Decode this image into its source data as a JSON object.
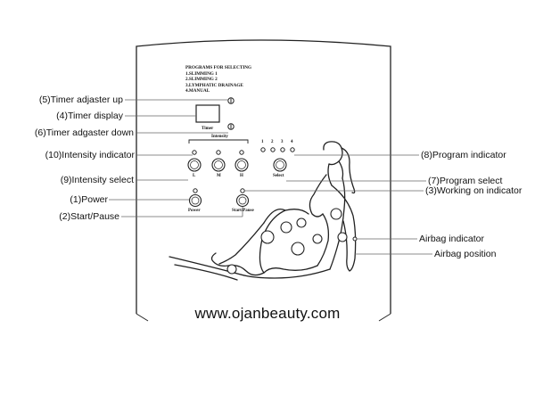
{
  "panel": {
    "programs_title": "PROGRAMS FOR SELECTING",
    "programs": [
      "1.SLIMMING 1",
      "2.SLIMMING 2",
      "3.LYMPHATIC DRAINAGE",
      "4.MANUAL"
    ],
    "timer_label": "Timer",
    "intensity_label": "Intensity",
    "intensity_levels": [
      "L",
      "M",
      "H"
    ],
    "program_numbers": [
      "1",
      "2",
      "3",
      "4"
    ],
    "select_label": "Select",
    "power_label": "Power",
    "start_pause_label": "Start/Pause",
    "website": "www.ojanbeauty.com"
  },
  "callouts": {
    "timer_up": "(5)Timer adjaster up",
    "timer_display": "(4)Timer display",
    "timer_down": "(6)Timer adgaster down",
    "intensity_indicator": "(10)Intensity indicator",
    "intensity_select": "(9)Intensity select",
    "power": "(1)Power",
    "start_pause": "(2)Start/Pause",
    "program_indicator": "(8)Program indicator",
    "program_select": "(7)Program select",
    "working_indicator": "(3)Working on indicator",
    "airbag_indicator": "Airbag indicator",
    "airbag_position": "Airbag position"
  },
  "colors": {
    "line": "#222222",
    "leader": "#555555",
    "background": "#ffffff"
  }
}
